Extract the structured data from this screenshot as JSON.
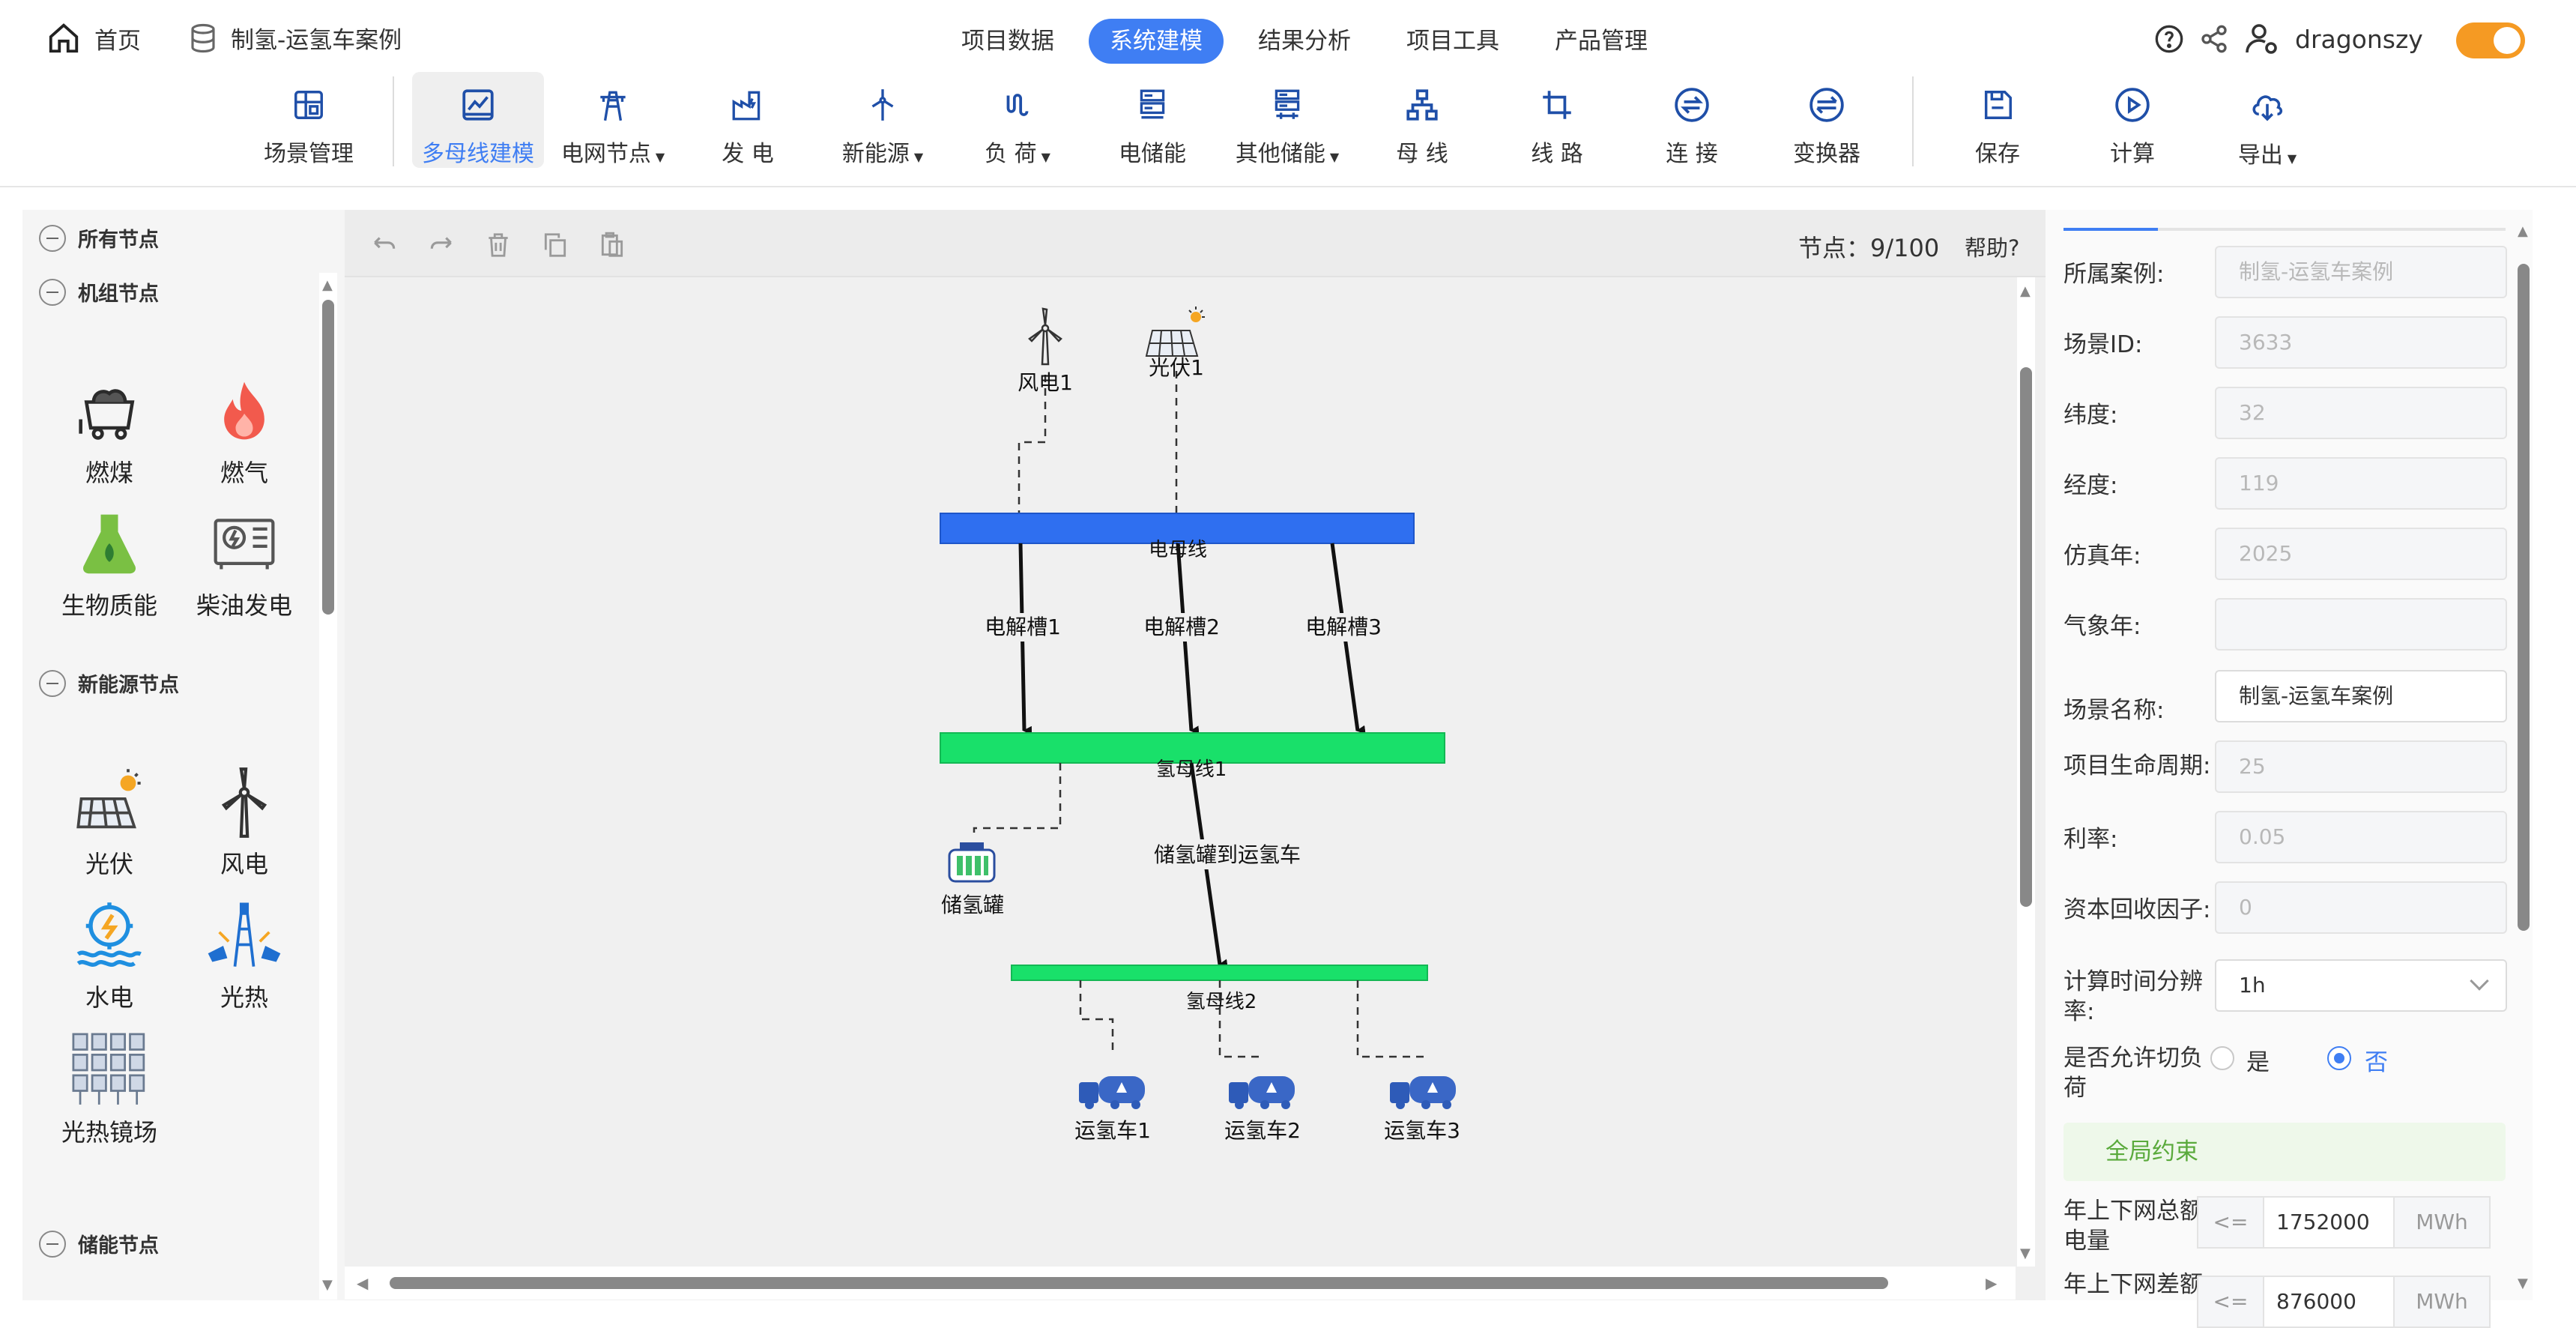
{
  "topbar": {
    "home_label": "首页",
    "case_label": "制氢-运氢车案例",
    "tabs": [
      {
        "label": "项目数据",
        "active": false
      },
      {
        "label": "系统建模",
        "active": true
      },
      {
        "label": "结果分析",
        "active": false
      },
      {
        "label": "项目工具",
        "active": false
      },
      {
        "label": "产品管理",
        "active": false
      }
    ],
    "username": "dragonszy",
    "accent_color": "#3f7ef3",
    "toggle_color": "#f59a23"
  },
  "toolbar": {
    "scene_mgmt": "场景管理",
    "multi_bus": "多母线建模",
    "grid_node": "电网节点",
    "generation": "发 电",
    "renewable": "新能源",
    "load": "负 荷",
    "elec_storage": "电储能",
    "other_storage": "其他储能",
    "bus": "母 线",
    "line": "线 路",
    "connect": "连 接",
    "converter": "变换器",
    "save": "保存",
    "compute": "计算",
    "export": "导出"
  },
  "left_panel": {
    "all_nodes": "所有节点",
    "unit_nodes": "机组节点",
    "renewable_nodes": "新能源节点",
    "storage_nodes": "储能节点",
    "unit_items": [
      "燃煤",
      "燃气",
      "生物质能",
      "柴油发电"
    ],
    "renewable_items": [
      "光伏",
      "风电",
      "水电",
      "光热",
      "光热镜场"
    ]
  },
  "canvas": {
    "node_count_label": "节点：9/100",
    "help_label": "帮助?",
    "wind_label": "风电1",
    "pv_label": "光伏1",
    "elec_bus_label": "电母线",
    "electrolyzers": [
      "电解槽1",
      "电解槽2",
      "电解槽3"
    ],
    "h2_bus1_label": "氢母线1",
    "tank_label": "储氢罐",
    "tank_to_truck_label": "储氢罐到运氢车",
    "h2_bus2_label": "氢母线2",
    "trucks": [
      "运氢车1",
      "运氢车2",
      "运氢车3"
    ]
  },
  "right_panel": {
    "fields": [
      {
        "label": "所属案例:",
        "value": "制氢-运氢车案例",
        "enabled": false
      },
      {
        "label": "场景ID:",
        "value": "3633",
        "enabled": false
      },
      {
        "label": "纬度:",
        "value": "32",
        "enabled": false
      },
      {
        "label": "经度:",
        "value": "119",
        "enabled": false
      },
      {
        "label": "仿真年:",
        "value": "2025",
        "enabled": false
      },
      {
        "label": "气象年:",
        "value": "",
        "enabled": false
      },
      {
        "label": "场景名称:",
        "value": "制氢-运氢车案例",
        "enabled": true
      },
      {
        "label": "项目生命周期:",
        "value": "25",
        "enabled": false
      },
      {
        "label": "利率:",
        "value": "0.05",
        "enabled": false
      },
      {
        "label": "资本回收因子:",
        "value": "0",
        "enabled": false
      }
    ],
    "resolution_label_1": "计算时间分辨",
    "resolution_label_2": "率:",
    "resolution_value": "1h",
    "cut_load_label_1": "是否允许切负",
    "cut_load_label_2": "荷",
    "cut_yes": "是",
    "cut_no": "否",
    "cut_selected": "否",
    "global_constraint": "全局约束",
    "cons1_label_1": "年上下网总额",
    "cons1_label_2": "电量",
    "cons1_op": "<=",
    "cons1_value": "1752000",
    "cons1_unit": "MWh",
    "cons2_label_1": "年上下网差额",
    "cons2_op": "<=",
    "cons2_value": "876000",
    "cons2_unit": "MWh"
  }
}
